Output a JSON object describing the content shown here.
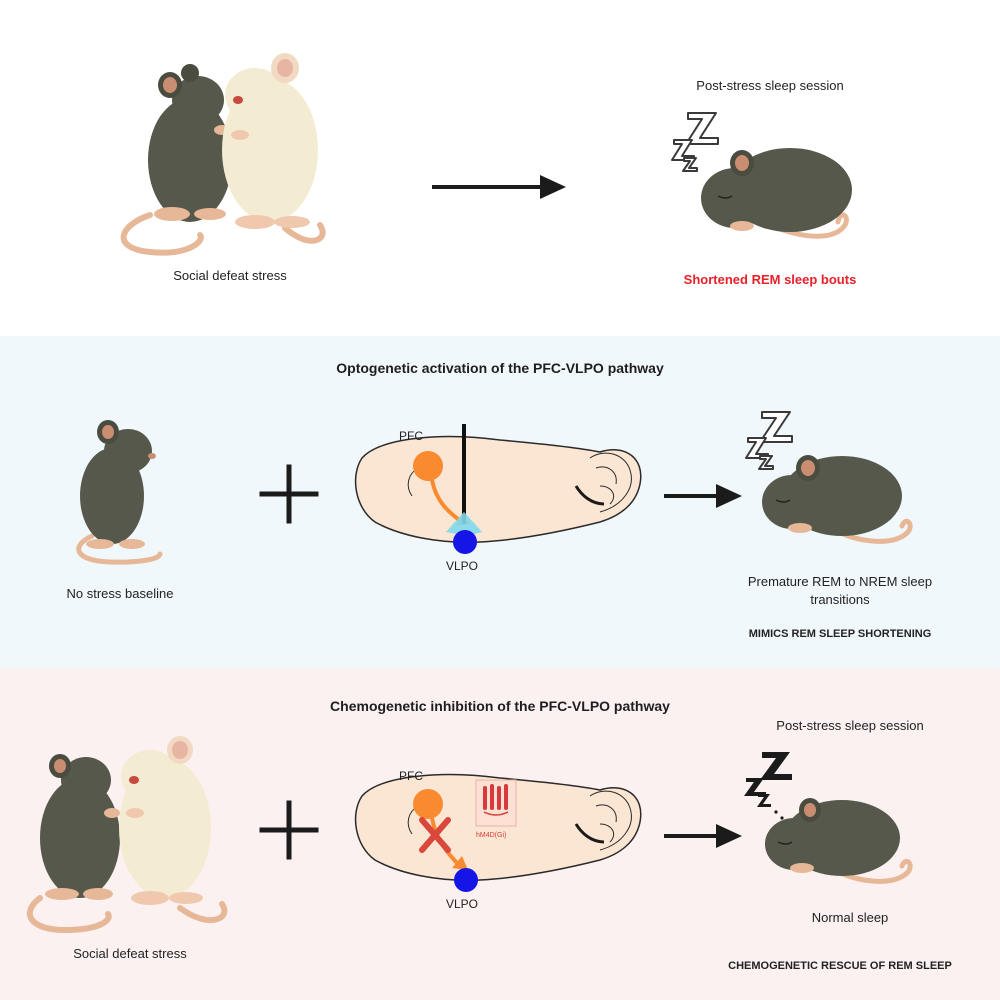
{
  "panel1": {
    "left_caption": "Social defeat stress",
    "right_heading": "Post-stress sleep session",
    "right_caption": "Shortened REM sleep bouts",
    "right_caption_color": "#e8202a"
  },
  "panel2": {
    "title": "Optogenetic activation of the PFC-VLPO pathway",
    "left_caption": "No stress baseline",
    "pfc_label": "PFC",
    "vlpo_label": "VLPO",
    "right_caption_line1": "Premature REM to NREM sleep",
    "right_caption_line2": "transitions",
    "right_note": "MIMICS REM SLEEP SHORTENING"
  },
  "panel3": {
    "title": "Chemogenetic inhibition of the PFC-VLPO pathway",
    "left_caption": "Social defeat stress",
    "pfc_label": "PFC",
    "vlpo_label": "VLPO",
    "receptor_label": "hM4D(Gi)",
    "right_heading": "Post-stress sleep session",
    "right_caption": "Normal sleep",
    "right_note": "CHEMOGENETIC RESCUE OF REM SLEEP"
  },
  "colors": {
    "mouse_dark": "#55584a",
    "mouse_white": "#f3ecd3",
    "tail": "#e7b897",
    "brain": "#fbe6d3",
    "pfc": "#f98a30",
    "vlpo": "#1515e8",
    "light": "#7fd8ec",
    "inhibit_x": "#d9483b",
    "receptor": "#d63a3a"
  },
  "icons": [
    "z-sleep-icon",
    "arrow-right-icon",
    "plus-icon",
    "optic-fiber-icon",
    "inhibition-x-icon",
    "receptor-icon"
  ]
}
